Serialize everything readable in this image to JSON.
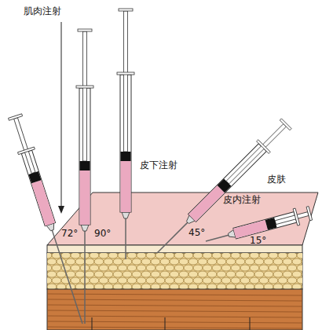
{
  "diagram": {
    "labels": [
      "肌肉注射",
      "皮下注射",
      "皮肤",
      "皮内注射",
      "72°",
      "90°",
      "45°",
      "15°"
    ]
  }
}
